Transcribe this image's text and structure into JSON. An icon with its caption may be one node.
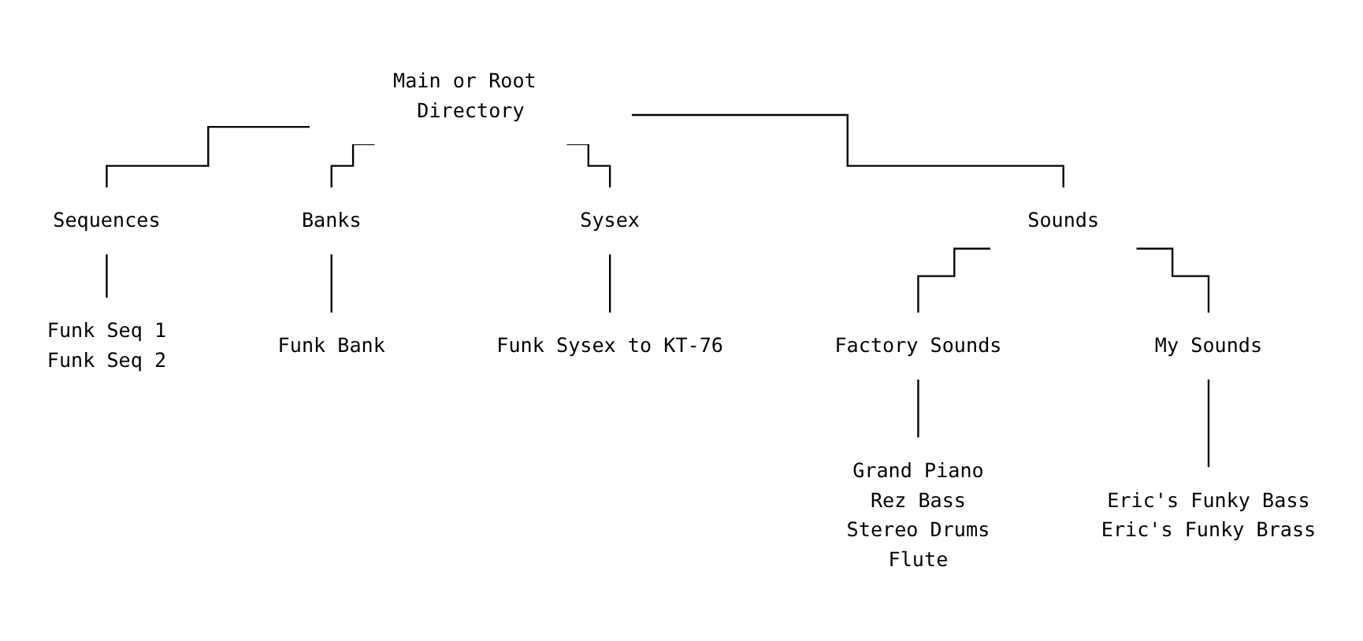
{
  "diagram": {
    "nodes": [
      {
        "text": [
          "Main or Root Directory"
        ]
      },
      {
        "text": [
          "Sounds"
        ]
      },
      {
        "text": [
          "Sequences"
        ]
      },
      {
        "text": [
          "Banks"
        ]
      },
      {
        "text": [
          "Sysex"
        ]
      },
      {
        "text": [
          "Funk Seq 1",
          "Funk Seq 2"
        ]
      },
      {
        "text": [
          "Funk Bank"
        ]
      },
      {
        "text": [
          "Funk Sysex to KT-76"
        ]
      },
      {
        "text": [
          "Factory Sounds"
        ]
      },
      {
        "text": [
          "My Sounds"
        ]
      },
      {
        "text": [
          "Eric's Funky Bass",
          "Eric's Funky Brass"
        ]
      },
      {
        "text": [
          "Grand Piano",
          "Rez Bass",
          "Stereo Drums",
          "Flute"
        ]
      }
    ],
    "edges": [
      {
        "from": 0,
        "to": 1,
        "arrow": "none"
      },
      {
        "from": 0,
        "to": 2,
        "arrow": "none"
      },
      {
        "from": 0,
        "to": 3,
        "arrow": "none"
      },
      {
        "from": 0,
        "to": 4,
        "arrow": "none"
      },
      {
        "from": 2,
        "to": 5,
        "arrow": "none"
      },
      {
        "from": 3,
        "to": 6,
        "arrow": "none"
      },
      {
        "from": 4,
        "to": 7,
        "arrow": "none"
      },
      {
        "from": 1,
        "to": 8,
        "arrow": "none"
      },
      {
        "from": 1,
        "to": 9,
        "arrow": "none"
      },
      {
        "from": 9,
        "to": 10,
        "arrow": "none"
      },
      {
        "from": 8,
        "to": 11,
        "arrow": "none"
      }
    ]
  }
}
